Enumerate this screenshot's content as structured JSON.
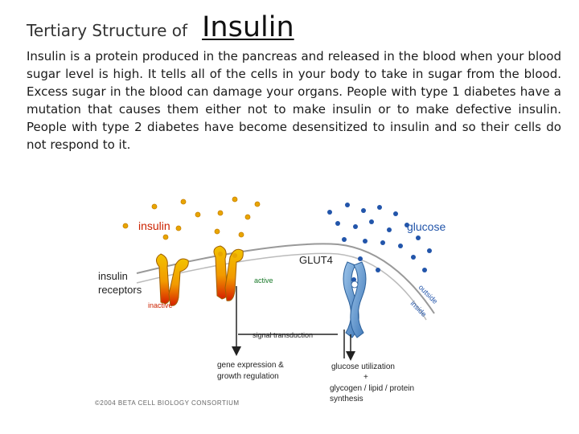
{
  "title": {
    "prefix": "Tertiary Structure of",
    "main": "Insulin"
  },
  "body_text": "Insulin is a protein produced in the pancreas and released in the blood when your blood sugar level is high. It tells all of the cells in your body to take in sugar from the blood. Excess sugar in the blood can damage your organs. People with type 1 diabetes have a mutation that causes them either not to make insulin or to make defective insulin. People with type 2 diabetes have become desensitized to insulin and so their cells do not respond to it.",
  "diagram": {
    "labels": {
      "insulin": "insulin",
      "glucose": "glucose",
      "receptors_line1": "insulin",
      "receptors_line2": "receptors",
      "glut4": "GLUT4",
      "active": "active",
      "inactive": "inactive",
      "outside": "outside",
      "inside": "inside",
      "signal": "signal transduction",
      "gene_line1": "gene expression &",
      "gene_line2": "growth regulation",
      "glucose_util": "glucose utilization",
      "plus": "+",
      "glycogen_line1": "glycogen / lipid / protein",
      "glycogen_line2": "synthesis",
      "copyright": "©2004 BETA CELL BIOLOGY CONSORTIUM"
    },
    "colors": {
      "insulin": "#e8a500",
      "insulin_label": "#cc2200",
      "glucose": "#2255aa",
      "glut4": "#5a8fc8",
      "active": "#1a7a2a",
      "inactive": "#cc2200",
      "membrane": "#999999",
      "arrow": "#222222"
    }
  }
}
